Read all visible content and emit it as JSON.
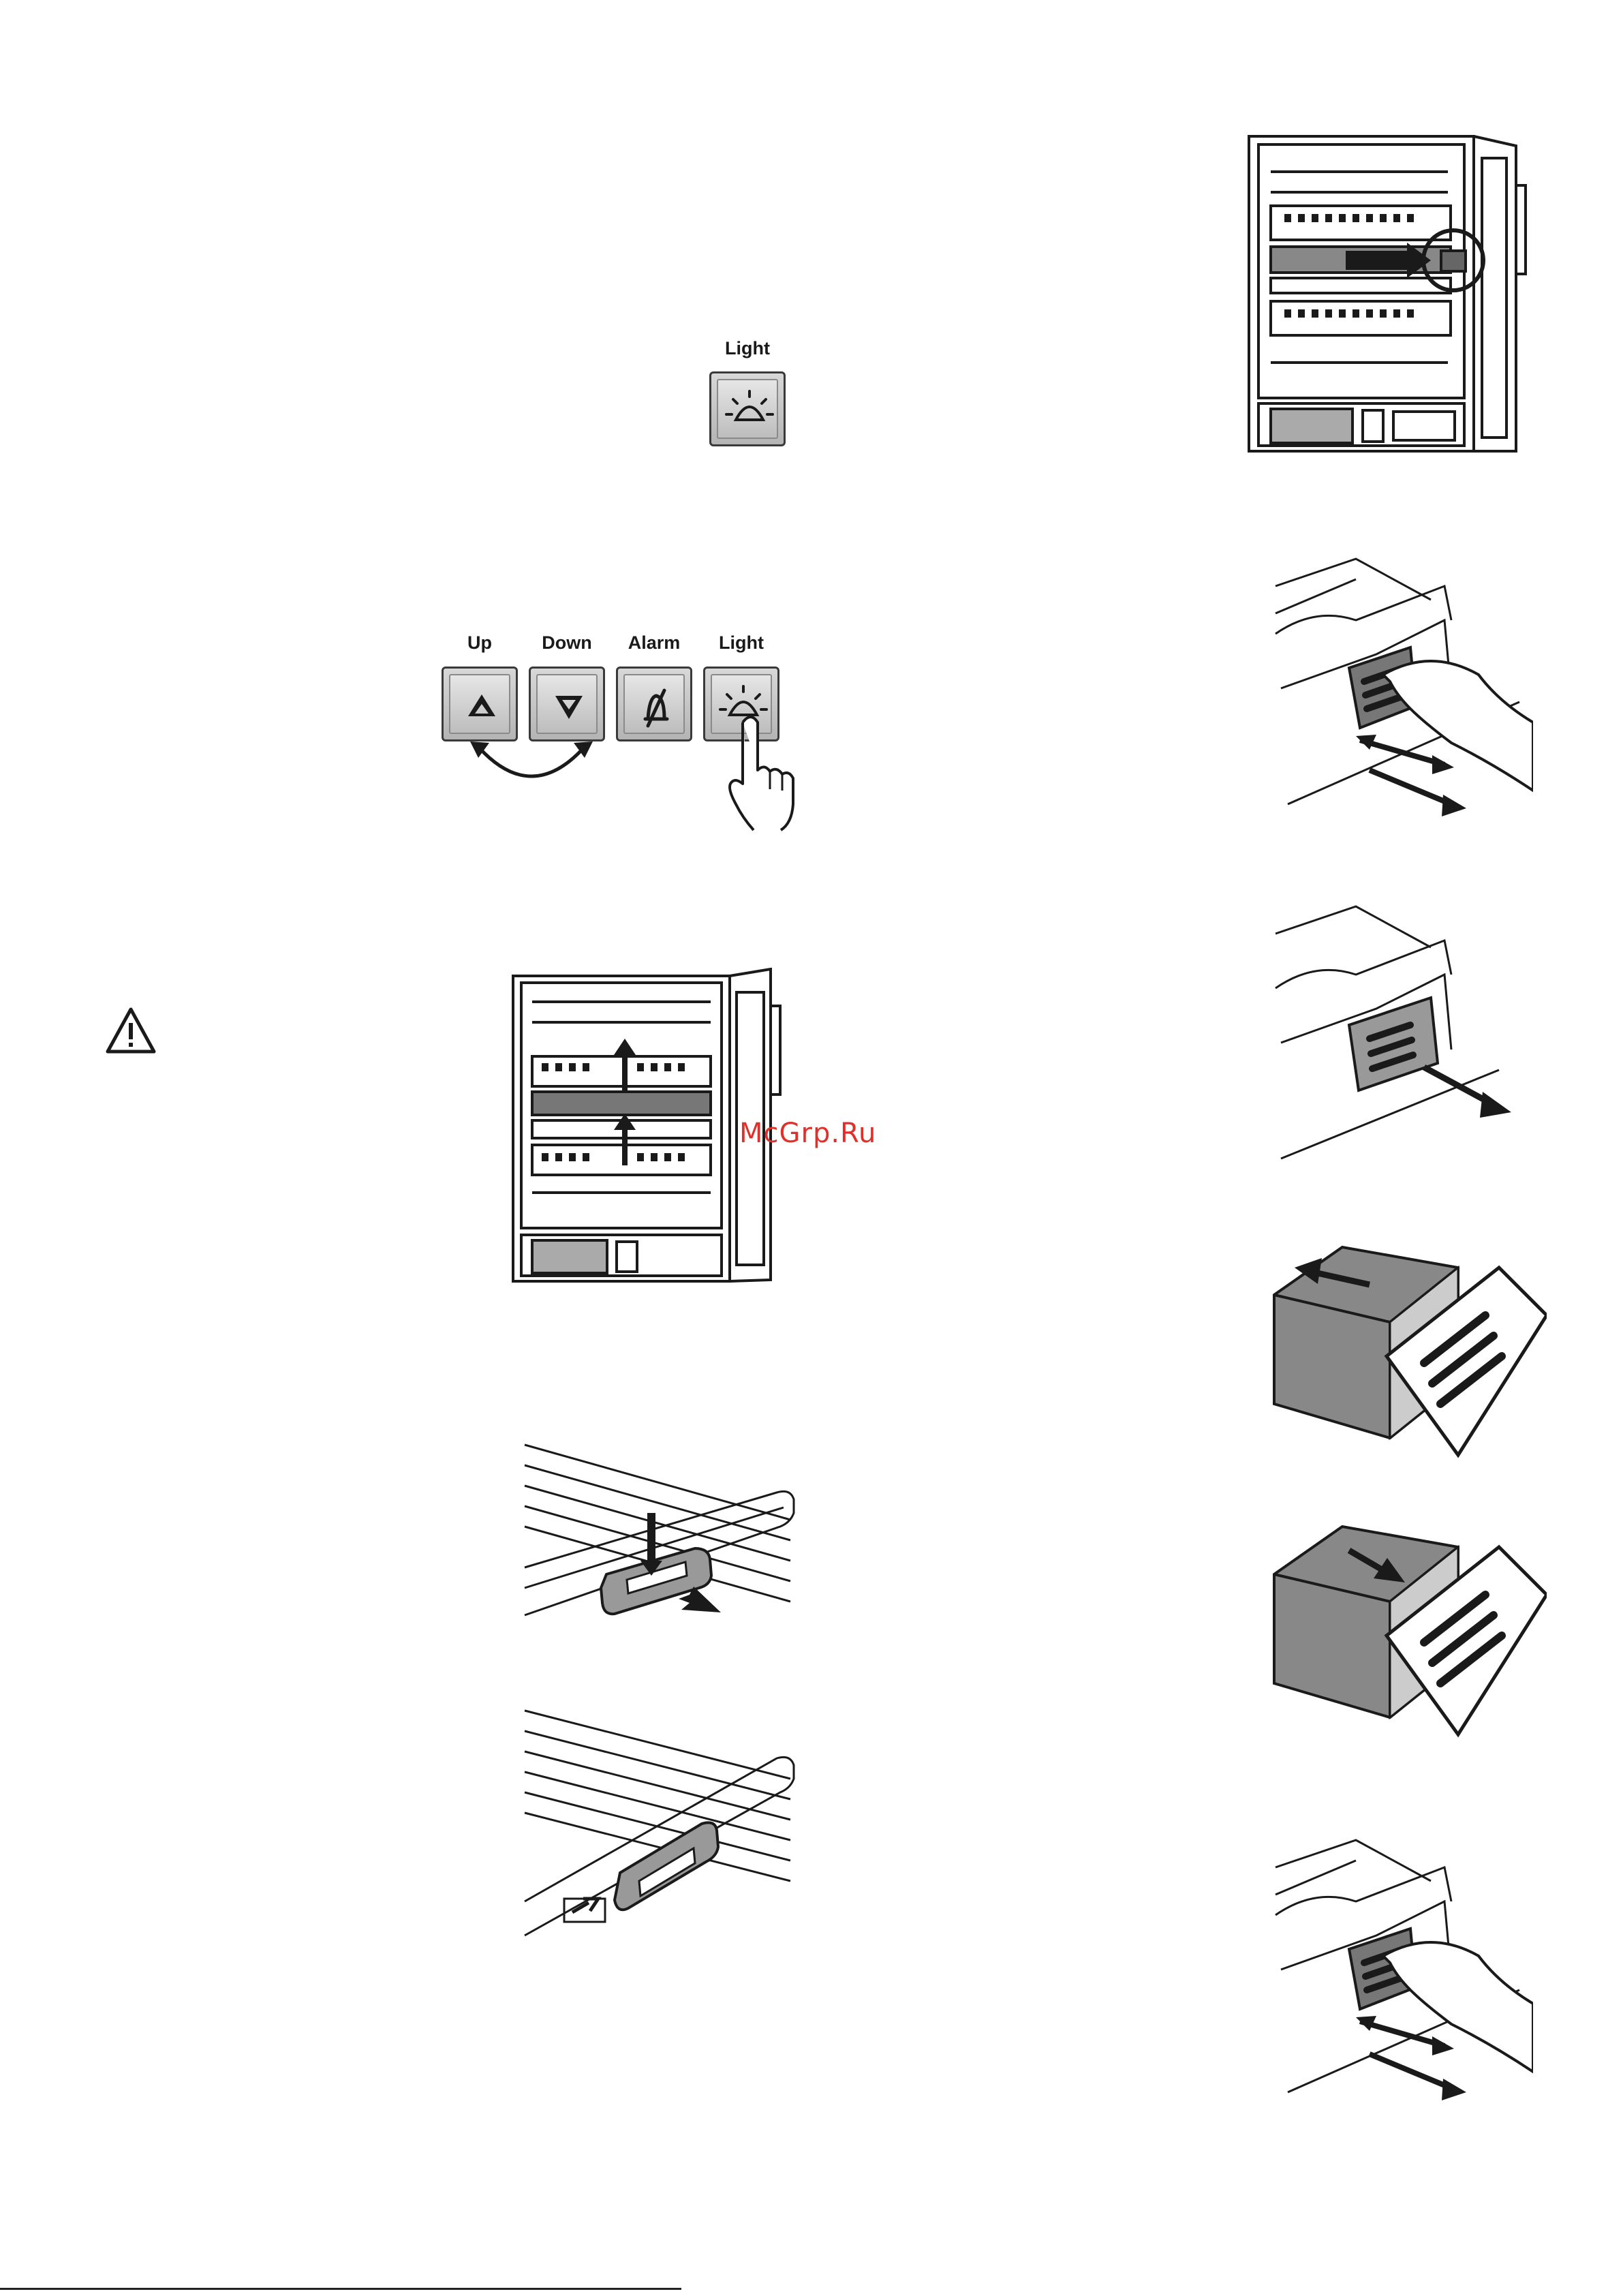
{
  "watermark": "McGrp.Ru",
  "light_single": {
    "label": "Light",
    "icon": "light-bulb-icon"
  },
  "control_panel": {
    "buttons": [
      {
        "label": "Up",
        "icon": "up-triangle-icon"
      },
      {
        "label": "Down",
        "icon": "down-triangle-icon"
      },
      {
        "label": "Alarm",
        "icon": "bell-crossed-icon"
      },
      {
        "label": "Light",
        "icon": "light-bulb-icon"
      }
    ]
  },
  "warning": {
    "icon": "warning-triangle-icon"
  },
  "colors": {
    "line": "#1a1a1a",
    "gray_fill": "#b8b8b8",
    "dark_fill": "#555555",
    "watermark": "#e0302a"
  }
}
